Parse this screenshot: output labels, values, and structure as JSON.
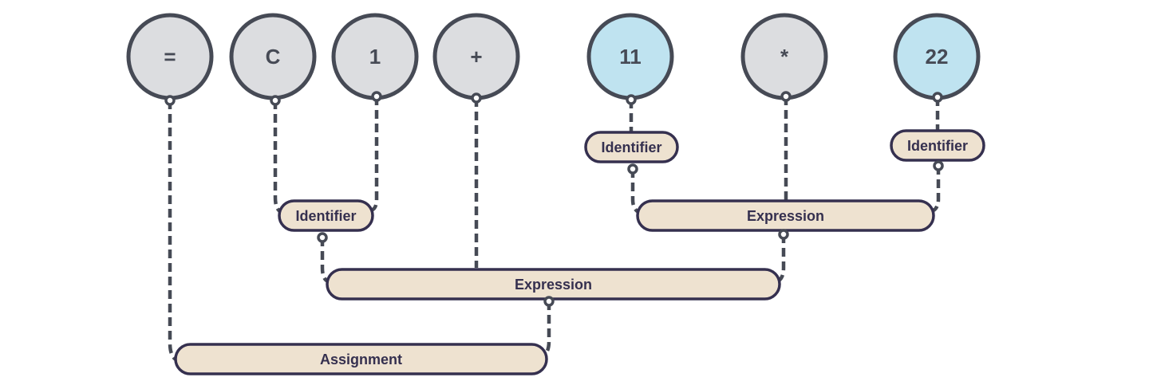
{
  "colors": {
    "outline": "#464a55",
    "token_fill": "#dcdde0",
    "literal_fill": "#bfe3f0",
    "pill_fill": "#eee2d0",
    "pill_stroke": "#35304f"
  },
  "tokens": [
    {
      "label": "=",
      "kind": "token"
    },
    {
      "label": "C",
      "kind": "token"
    },
    {
      "label": "1",
      "kind": "token"
    },
    {
      "label": "+",
      "kind": "token"
    },
    {
      "label": "11",
      "kind": "literal"
    },
    {
      "label": "*",
      "kind": "token"
    },
    {
      "label": "22",
      "kind": "literal"
    }
  ],
  "nodes": [
    {
      "label": "Identifier"
    },
    {
      "label": "Identifier"
    },
    {
      "label": "Identifier"
    },
    {
      "label": "Expression"
    },
    {
      "label": "Expression"
    },
    {
      "label": "Assignment"
    }
  ]
}
